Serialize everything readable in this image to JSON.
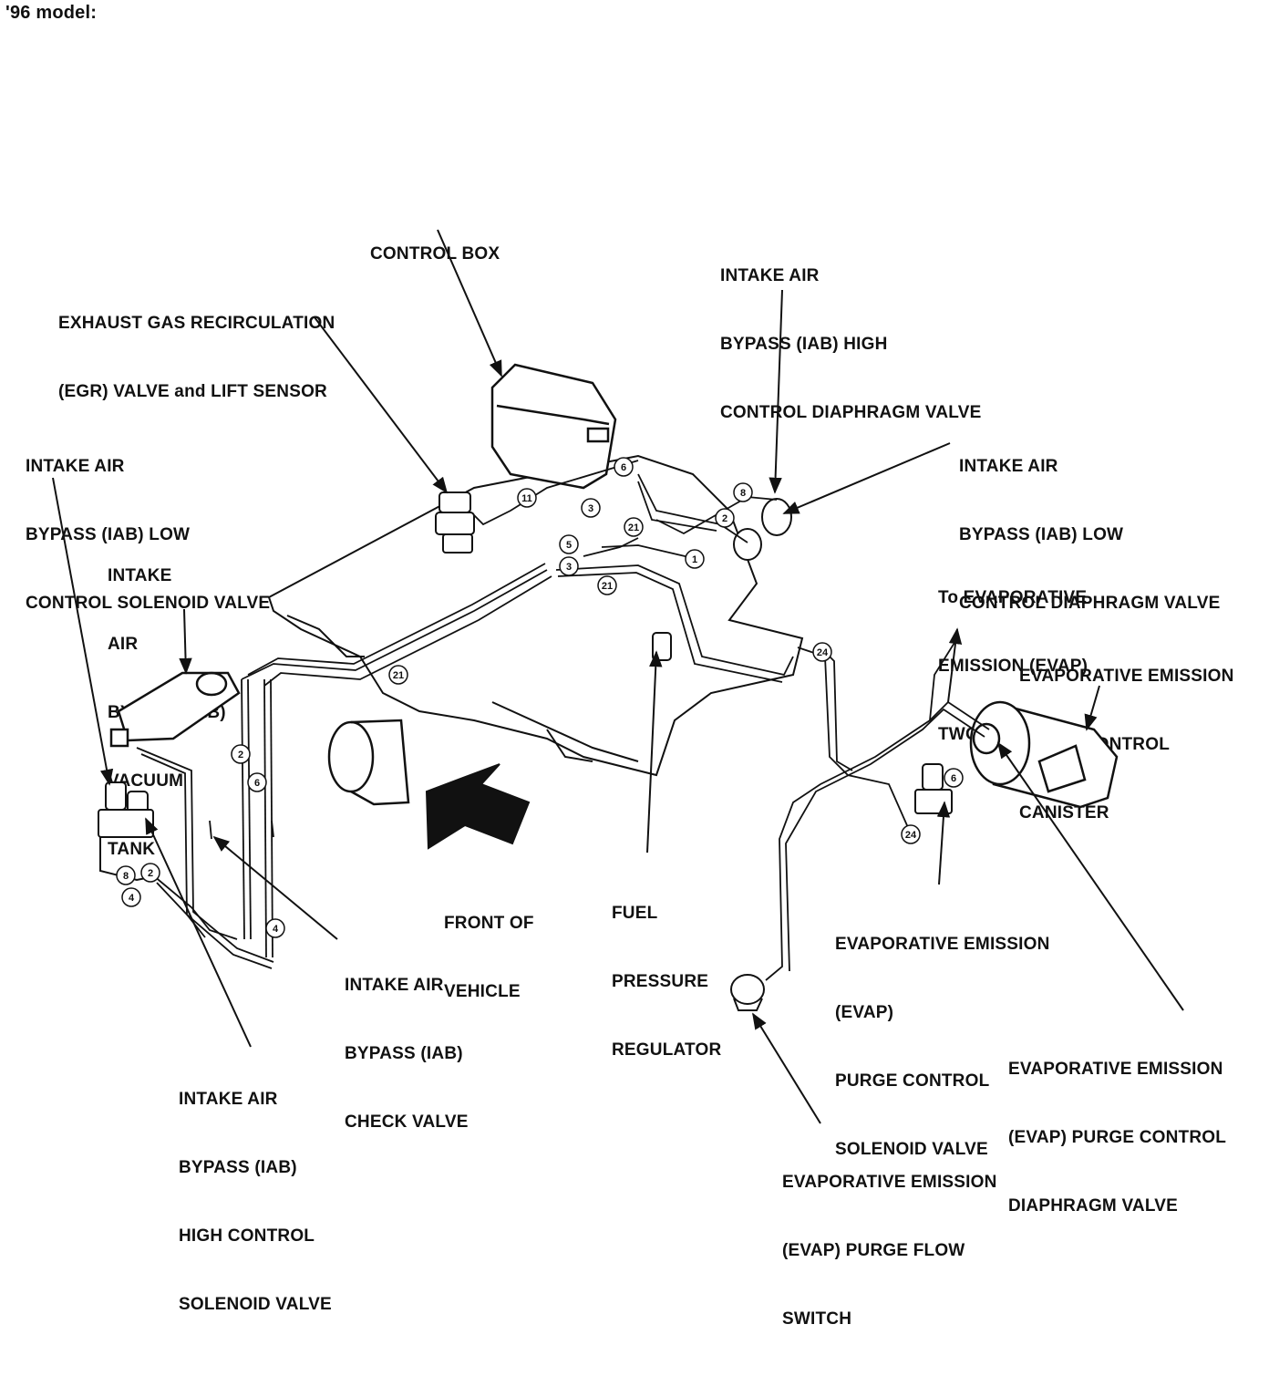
{
  "header": "'96 model:",
  "labels": {
    "control_box": [
      "CONTROL BOX"
    ],
    "egr_valve": [
      "EXHAUST GAS RECIRCULATION",
      "(EGR) VALVE and LIFT SENSOR"
    ],
    "iab_low_solenoid": [
      "INTAKE AIR",
      "BYPASS (IAB) LOW",
      "CONTROL SOLENOID VALVE"
    ],
    "iab_vacuum_tank": [
      "INTAKE",
      "AIR",
      "BYPASS (IAB)",
      "VACUUM",
      "TANK"
    ],
    "iab_high_diaphragm": [
      "INTAKE AIR",
      "BYPASS (IAB) HIGH",
      "CONTROL DIAPHRAGM VALVE"
    ],
    "iab_low_diaphragm": [
      "INTAKE AIR",
      "BYPASS (IAB) LOW",
      "CONTROL DIAPHRAGM VALVE"
    ],
    "to_evap_two_way": [
      "To EVAPORATIVE",
      "EMISSION (EVAP)",
      "TWO WAY VALVE"
    ],
    "evap_canister": [
      "EVAPORATIVE EMISSION",
      "(EVAP) CONTROL",
      "CANISTER"
    ],
    "front_of_vehicle": [
      "FRONT OF",
      "VEHICLE"
    ],
    "fuel_pressure_regulator": [
      "FUEL",
      "PRESSURE",
      "REGULATOR"
    ],
    "iab_check_valve": [
      "INTAKE AIR",
      "BYPASS (IAB)",
      "CHECK VALVE"
    ],
    "evap_purge_solenoid": [
      "EVAPORATIVE EMISSION",
      "(EVAP)",
      "PURGE CONTROL",
      "SOLENOID VALVE"
    ],
    "evap_purge_diaphragm": [
      "EVAPORATIVE EMISSION",
      "(EVAP) PURGE CONTROL",
      "DIAPHRAGM VALVE"
    ],
    "iab_high_solenoid": [
      "INTAKE AIR",
      "BYPASS (IAB)",
      "HIGH CONTROL",
      "SOLENOID VALVE"
    ],
    "evap_purge_flow_switch": [
      "EVAPORATIVE EMISSION",
      "(EVAP) PURGE FLOW",
      "SWITCH"
    ]
  },
  "hose_numbers": [
    "11",
    "6",
    "3",
    "21",
    "5",
    "3",
    "1",
    "8",
    "2",
    "24",
    "21",
    "2",
    "6",
    "4",
    "8",
    "2",
    "4",
    "6",
    "24",
    "21"
  ]
}
